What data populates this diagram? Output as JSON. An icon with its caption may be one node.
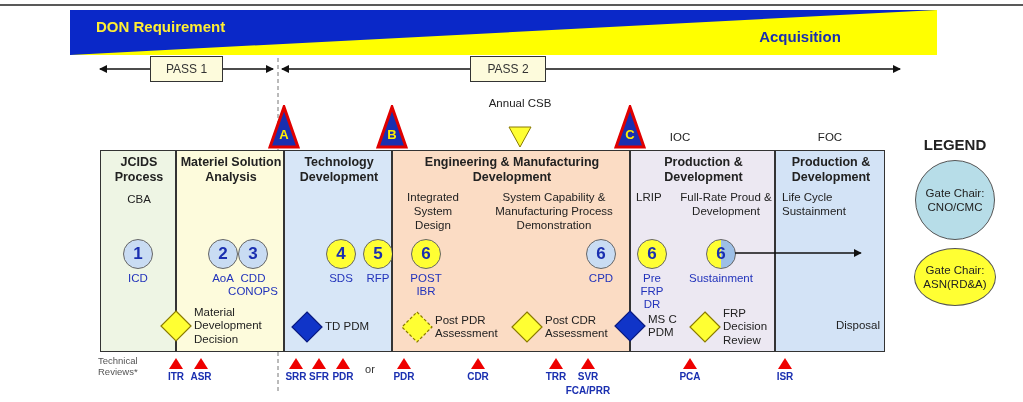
{
  "diagram": {
    "nodes": [
      {
        "text": [
          "PASS 1"
        ]
      },
      {
        "text": [
          "PASS 2"
        ]
      },
      {
        "text": [
          "A"
        ]
      },
      {
        "text": [
          "B"
        ]
      },
      {
        "text": [],
        "shape": "triangle",
        "beside": [
          "Annual CSB"
        ]
      },
      {
        "text": [
          "C"
        ]
      },
      {
        "text": [
          "JCIDS Process",
          "CBA"
        ]
      },
      {
        "text": [
          "1"
        ],
        "in": 6,
        "beside": [
          "ICD"
        ]
      },
      {
        "text": [],
        "shape": "diamond",
        "beside": [
          "Material Development Decision"
        ]
      },
      {
        "text": [
          "Materiel Solution Analysis"
        ]
      },
      {
        "text": [
          "2"
        ],
        "in": 9,
        "beside": [
          "AoA"
        ]
      },
      {
        "text": [
          "3"
        ],
        "in": 9,
        "beside": [
          "CDD CONOPS"
        ]
      },
      {
        "text": [
          "Technology Development"
        ]
      },
      {
        "text": [
          "4"
        ],
        "in": 12,
        "beside": [
          "SDS"
        ]
      },
      {
        "text": [
          "5"
        ],
        "in": 12,
        "beside": [
          "RFP"
        ]
      },
      {
        "text": [],
        "shape": "diamond",
        "in": 12,
        "beside": [
          "TD PDM"
        ]
      },
      {
        "text": [
          "Engineering & Manufacturing Development",
          "Integrated System Design",
          "System Capability & Manufacturing Process Demonstration"
        ]
      },
      {
        "text": [
          "6"
        ],
        "in": 16,
        "beside": [
          "POST IBR"
        ]
      },
      {
        "text": [
          "6"
        ],
        "in": 16,
        "beside": [
          "CPD"
        ]
      },
      {
        "text": [],
        "shape": "diamond",
        "in": 16,
        "beside": [
          "Post PDR Assessment"
        ]
      },
      {
        "text": [],
        "shape": "diamond",
        "in": 16,
        "beside": [
          "Post CDR Assessment"
        ]
      },
      {
        "text": [
          "Production & Development",
          "LRIP",
          "Full-Rate Proud & Development"
        ],
        "beside": [
          "IOC"
        ]
      },
      {
        "text": [
          "6"
        ],
        "in": 21,
        "beside": [
          "Pre FRP DR"
        ]
      },
      {
        "text": [],
        "shape": "diamond",
        "beside": [
          "MS C PDM"
        ]
      },
      {
        "text": [
          "6"
        ],
        "in": 21,
        "beside": [
          "Sustainment"
        ]
      },
      {
        "text": [],
        "shape": "diamond",
        "in": 21,
        "beside": [
          "FRP Decision Review"
        ]
      },
      {
        "text": [
          "Production & Development",
          "Life Cycle Sustainment",
          "Disposal"
        ],
        "beside": [
          "FOC"
        ]
      }
    ],
    "edges": [
      {
        "from": 0,
        "to": null,
        "arrow": "to"
      },
      {
        "from": 0,
        "to": null,
        "arrow": "to"
      },
      {
        "from": 1,
        "to": null,
        "arrow": "to"
      },
      {
        "from": 1,
        "to": null,
        "arrow": "to"
      },
      {
        "from": 24,
        "to": 26,
        "arrow": "to"
      }
    ],
    "labels": [
      "DON Requirement",
      "Acquisition",
      "LEGEND",
      "Technical Reviews*",
      "ITR",
      "ASR",
      "SRR",
      "SFR",
      "PDR",
      "or",
      "PDR",
      "CDR",
      "TRR",
      "SVR",
      "FCA/PRR",
      "PCA",
      "ISR"
    ],
    "legend": [
      {
        "text": "Gate Chair: CNO/CMC",
        "color": "#b7dde8"
      },
      {
        "text": "Gate Chair: ASN(RD&A)",
        "color": "#ffff33"
      }
    ]
  }
}
